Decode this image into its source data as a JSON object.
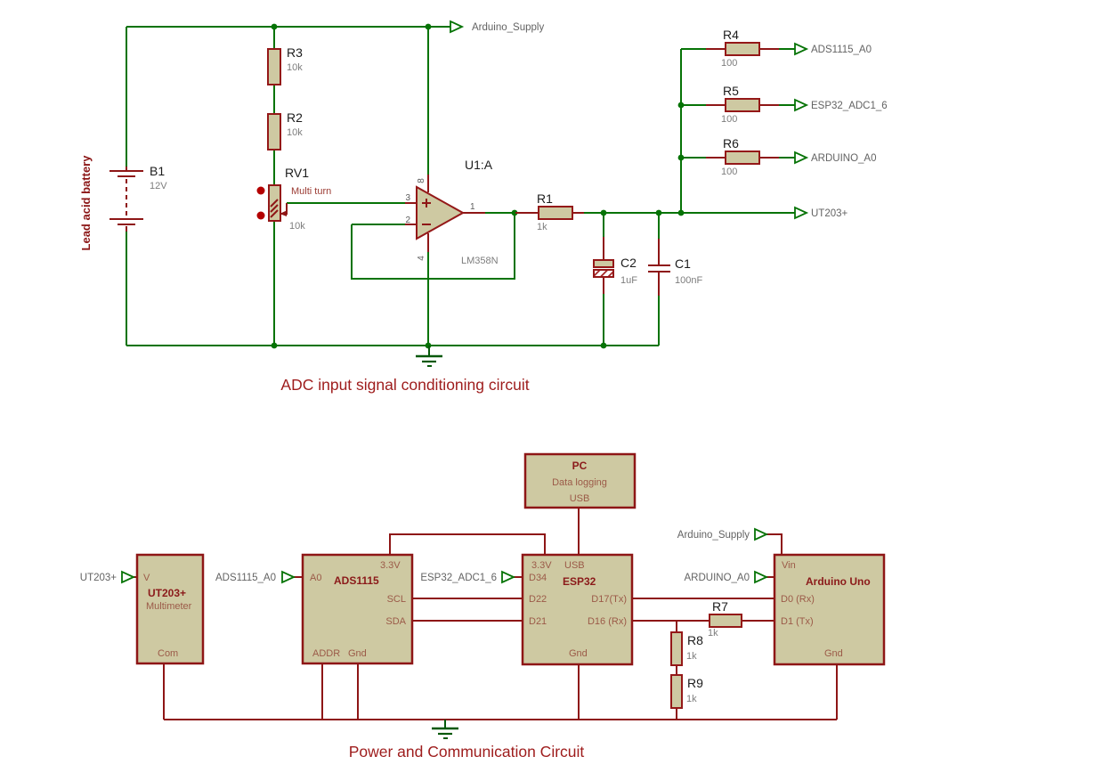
{
  "top": {
    "title": "ADC input signal conditioning circuit",
    "battery": {
      "ref": "B1",
      "value": "12V",
      "label": "Lead acid battery"
    },
    "resistors": {
      "r3": {
        "ref": "R3",
        "value": "10k"
      },
      "r2": {
        "ref": "R2",
        "value": "10k"
      },
      "r1": {
        "ref": "R1",
        "value": "1k"
      },
      "r4": {
        "ref": "R4",
        "value": "100"
      },
      "r5": {
        "ref": "R5",
        "value": "100"
      },
      "r6": {
        "ref": "R6",
        "value": "100"
      }
    },
    "pot": {
      "ref": "RV1",
      "style": "Multi turn",
      "value": "10k"
    },
    "opamp": {
      "ref": "U1:A",
      "value": "LM358N",
      "pin_plus": "3",
      "pin_minus": "2",
      "pin_out": "1",
      "pin_vcc": "8",
      "pin_vee": "4"
    },
    "capacitors": {
      "c2": {
        "ref": "C2",
        "value": "1uF"
      },
      "c1": {
        "ref": "C1",
        "value": "100nF"
      }
    },
    "terminals": {
      "supply": "Arduino_Supply",
      "ads": "ADS1115_A0",
      "esp": "ESP32_ADC1_6",
      "arduino": "ARDUINO_A0",
      "ut203": "UT203+"
    }
  },
  "bottom": {
    "title": "Power and Communication Circuit",
    "pc": {
      "title": "PC",
      "line1": "Data logging",
      "line2": "USB"
    },
    "multimeter": {
      "title": "UT203+",
      "subtitle": "Multimeter",
      "pin_v": "V",
      "pin_com": "Com"
    },
    "ads1115": {
      "title": "ADS1115",
      "pin_a0": "A0",
      "pin_33": "3.3V",
      "pin_scl": "SCL",
      "pin_sda": "SDA",
      "pin_addr": "ADDR",
      "pin_gnd": "Gnd"
    },
    "esp32": {
      "title": "ESP32",
      "pin_33": "3.3V",
      "pin_usb": "USB",
      "pin_d34": "D34",
      "pin_d22": "D22",
      "pin_d21": "D21",
      "pin_d17": "D17(Tx)",
      "pin_d16": "D16 (Rx)",
      "pin_gnd": "Gnd"
    },
    "arduino": {
      "title": "Arduino Uno",
      "pin_vin": "Vin",
      "pin_d0": "D0 (Rx)",
      "pin_d1": "D1 (Tx)",
      "pin_gnd": "Gnd"
    },
    "resistors": {
      "r7": {
        "ref": "R7",
        "value": "1k"
      },
      "r8": {
        "ref": "R8",
        "value": "1k"
      },
      "r9": {
        "ref": "R9",
        "value": "1k"
      }
    },
    "terminals": {
      "ut203": "UT203+",
      "ads": "ADS1115_A0",
      "esp": "ESP32_ADC1_6",
      "arduino_a0": "ARDUINO_A0",
      "supply": "Arduino_Supply"
    }
  }
}
